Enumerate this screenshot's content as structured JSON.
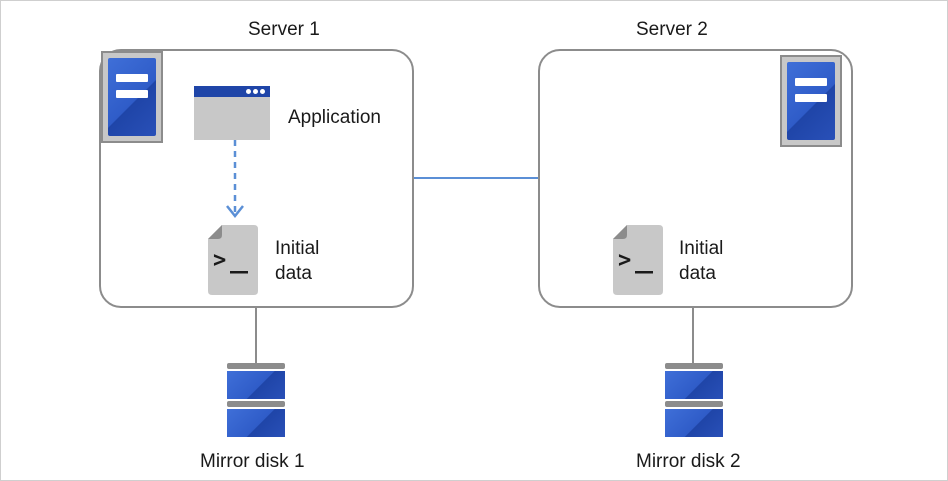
{
  "servers": [
    {
      "title": "Server 1",
      "file_label_line1": "Initial",
      "file_label_line2": "data",
      "disk_label": "Mirror disk 1"
    },
    {
      "title": "Server 2",
      "file_label_line1": "Initial",
      "file_label_line2": "data",
      "disk_label": "Mirror disk 2"
    }
  ],
  "application": {
    "label": "Application"
  },
  "icons": {
    "server": "server-icon",
    "application": "application-window-icon",
    "file": "terminal-document-icon",
    "disk": "disk-icon",
    "arrow": "dashed-arrow"
  },
  "colors": {
    "box_border": "#8c8c8c",
    "network_line": "#5b8fd6",
    "arrow": "#5b8fd6",
    "icon_blue": "#2f5cc8",
    "icon_gray": "#c8c8c8"
  }
}
